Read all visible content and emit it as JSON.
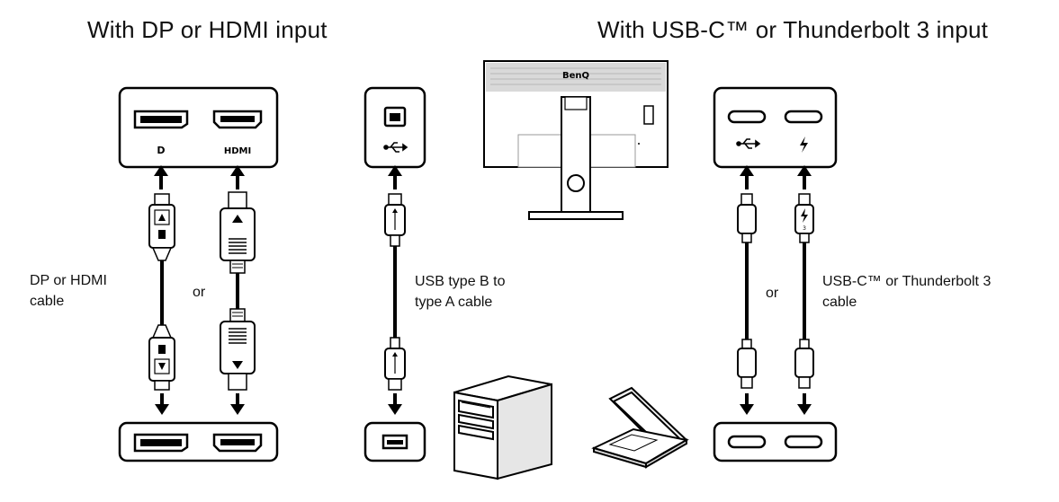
{
  "left_section": {
    "heading": "With DP or HDMI input",
    "cable_label_line1": "DP or HDMI",
    "cable_label_line2": "cable",
    "or_text": "or",
    "monitor_port_dp_label": "D",
    "monitor_port_hdmi_label": "HDMI"
  },
  "usb_section": {
    "cable_label_line1": "USB type B to",
    "cable_label_line2": "type A cable"
  },
  "monitor": {
    "brand": "BenQ"
  },
  "right_section": {
    "heading": "With USB-C™ or Thunderbolt 3 input",
    "cable_label_line1": "USB-C™ or Thunderbolt 3",
    "cable_label_line2": "cable",
    "or_text": "or",
    "thunderbolt_number": "3"
  }
}
